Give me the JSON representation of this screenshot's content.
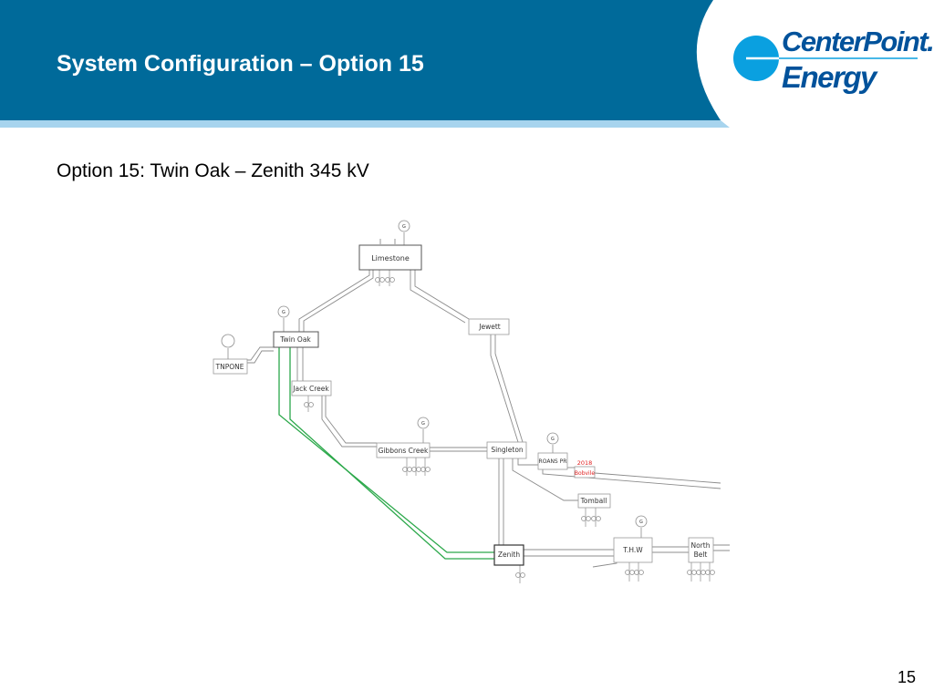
{
  "slide": {
    "title": "System Configuration – Option 15",
    "subtitle": "Option 15: Twin Oak – Zenith 345 kV",
    "page_number": "15"
  },
  "logo": {
    "line1": "CenterPoint.",
    "line2": "Energy"
  },
  "colors": {
    "header_blue": "#006a9a",
    "header_stripe": "#a7d4ee",
    "logo_blue": "#00529b",
    "logo_light_blue": "#0aa0e0",
    "new_line_green": "#2ba84a",
    "line_gray": "#8c8c8c",
    "planned_red": "#e02020"
  },
  "diagram": {
    "generator_label": "G",
    "stations": {
      "limestone": "Limestone",
      "jewett": "Jewett",
      "twin_oak": "Twin Oak",
      "tnpone": "TNPONE",
      "jack_creek": "Jack Creek",
      "gibbons_creek": "Gibbons Creek",
      "singleton": "Singleton",
      "roans_pr": "ROANS PR",
      "bobville_year": "2018",
      "bobville": "Bobvile",
      "tomball": "Tomball",
      "zenith": "Zenith",
      "thw": "T.H.W",
      "north_belt_line1": "North",
      "north_belt_line2": "Belt"
    }
  }
}
